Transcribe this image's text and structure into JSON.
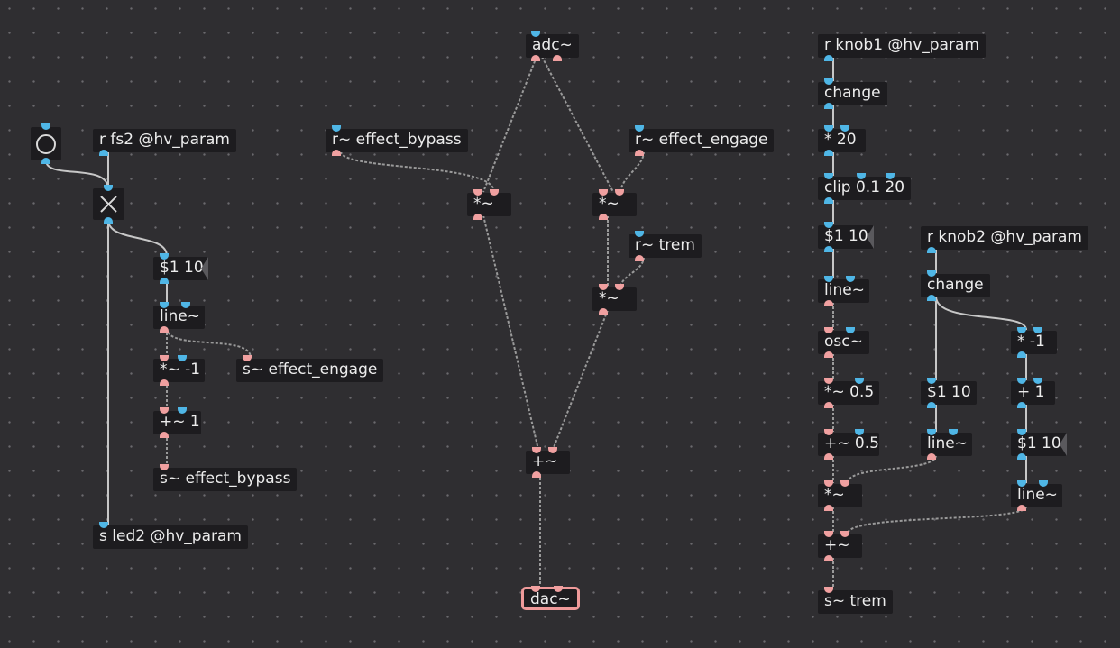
{
  "colors": {
    "canvas_bg": "#2f2e31",
    "object_bg": "#1d1c1f",
    "control_port": "#4fb6e6",
    "signal_port": "#f0a0a0",
    "control_cable": "#c7c7c7",
    "signal_cable": "#9a9a9a"
  },
  "patch": {
    "objects": {
      "adc": "adc~",
      "r_fs2": "r fs2 @hv_param",
      "r_bypass": "r~ effect_bypass",
      "r_engage": "r~ effect_engage",
      "mul_left": "*~",
      "mul_right": "*~",
      "r_trem": "r~ trem",
      "mul_trem": "*~",
      "msg_fs2": "$1 10",
      "line_fs2": "line~",
      "mul_neg1": "*~ -1",
      "s_engage": "s~ effect_engage",
      "add_one": "+~ 1",
      "s_bypass": "s~ effect_bypass",
      "s_led2": "s led2 @hv_param",
      "add_mix": "+~",
      "dac": "dac~",
      "r_knob1": "r knob1 @hv_param",
      "change_k1": "change",
      "mul_20": "* 20",
      "clip": "clip 0.1 20",
      "msg_k1": "$1 10",
      "line_k1": "line~",
      "osc": "osc~",
      "mul_half": "*~ 0.5",
      "add_half": "+~ 0.5",
      "mul_depth": "*~",
      "add_depth": "+~",
      "s_trem": "s~ trem",
      "r_knob2": "r knob2 @hv_param",
      "change_k2": "change",
      "mul_neg1_ctl": "* -1",
      "add_one_ctl": "+ 1",
      "msg_k2a": "$1 10",
      "line_k2a": "line~",
      "msg_k2b": "$1 10",
      "line_k2b": "line~"
    }
  }
}
